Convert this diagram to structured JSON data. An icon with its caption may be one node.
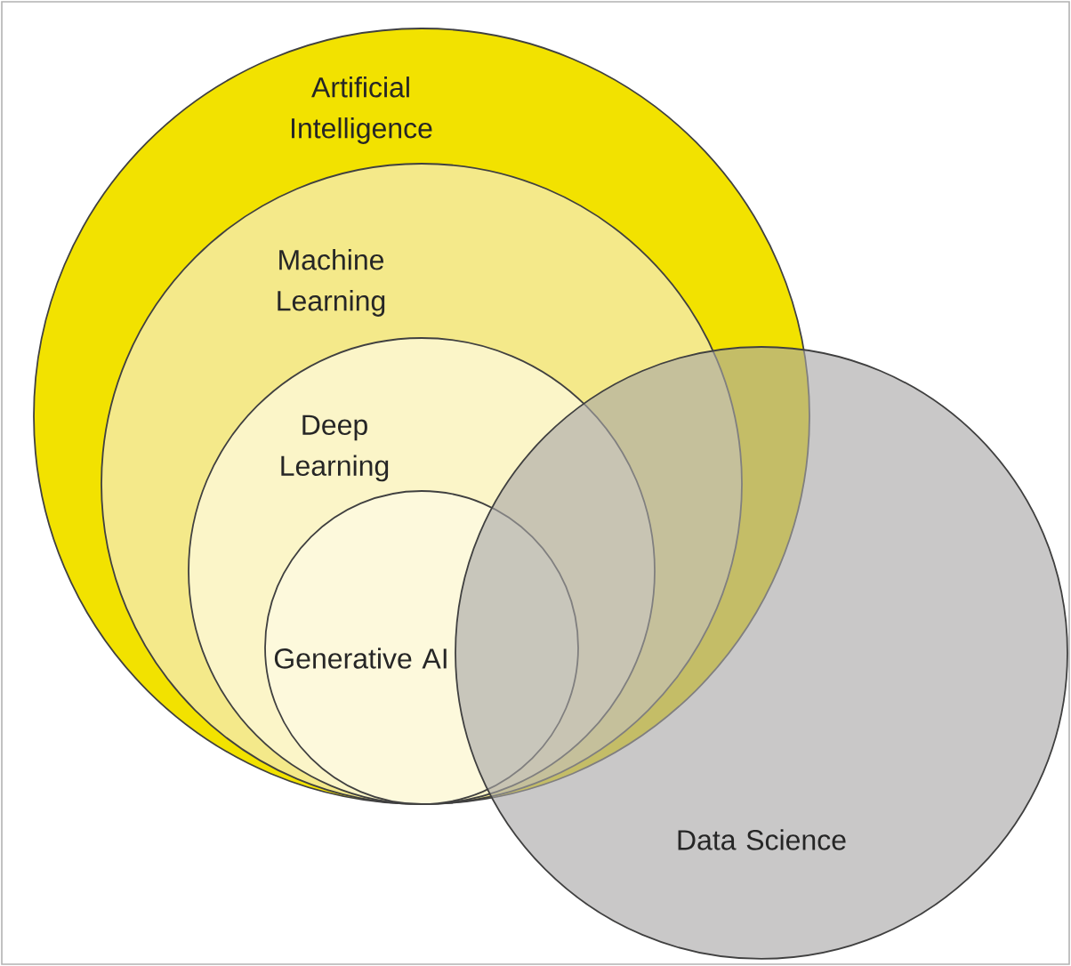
{
  "diagram": {
    "nodes": [
      {
        "text": [
          "Artificial Intelligence"
        ]
      },
      {
        "text": [
          "Machine Learning"
        ],
        "in": 0
      },
      {
        "text": [
          "Deep Learning"
        ],
        "in": 1
      },
      {
        "text": [
          "Generative AI"
        ],
        "in": 2
      },
      {
        "text": [
          "Data Science"
        ]
      }
    ]
  }
}
